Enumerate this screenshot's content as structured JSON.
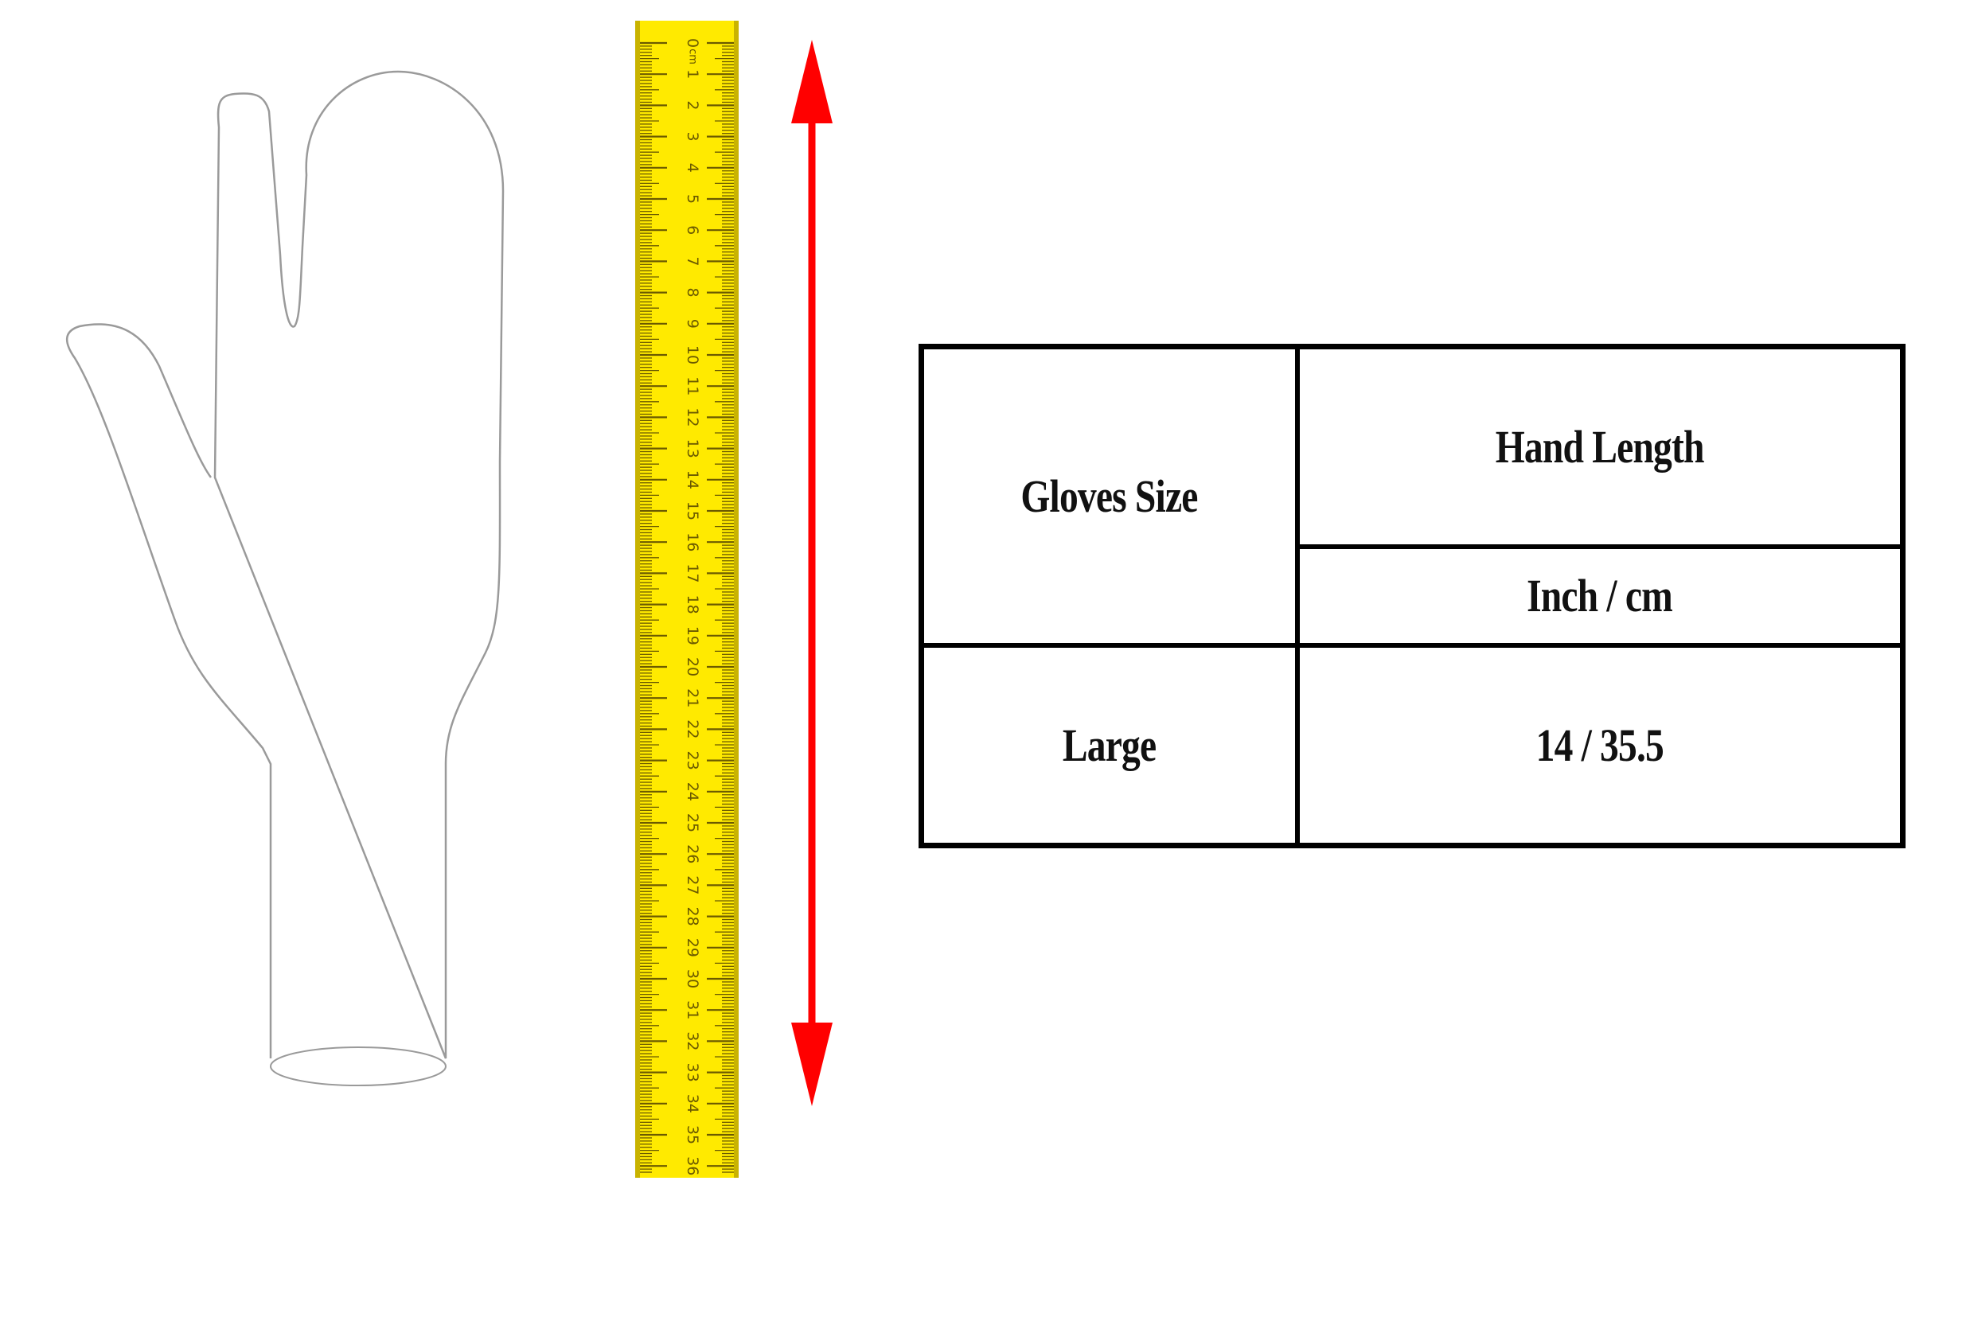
{
  "ruler": {
    "unit_label": "cm",
    "start": 0,
    "end": 36,
    "tick_labels": [
      "0",
      "1",
      "2",
      "3",
      "4",
      "5",
      "6",
      "7",
      "8",
      "9",
      "10",
      "11",
      "12",
      "13",
      "14",
      "15",
      "16",
      "17",
      "18",
      "19",
      "20",
      "21",
      "22",
      "23",
      "24",
      "25",
      "26",
      "27",
      "28",
      "29",
      "30",
      "31",
      "32",
      "33",
      "34",
      "35",
      "36"
    ],
    "colors": {
      "tape": "#ffea00",
      "edge": "#b8a100",
      "ink": "#6b5a00"
    }
  },
  "arrow": {
    "color": "#ff0000"
  },
  "glove": {
    "outline_color": "#9a9a9a"
  },
  "size_table": {
    "header": {
      "size_col": "Gloves Size",
      "length_col": "Hand Length",
      "units": "Inch / cm"
    },
    "rows": [
      {
        "size": "Large",
        "length": "14 / 35.5"
      }
    ]
  }
}
